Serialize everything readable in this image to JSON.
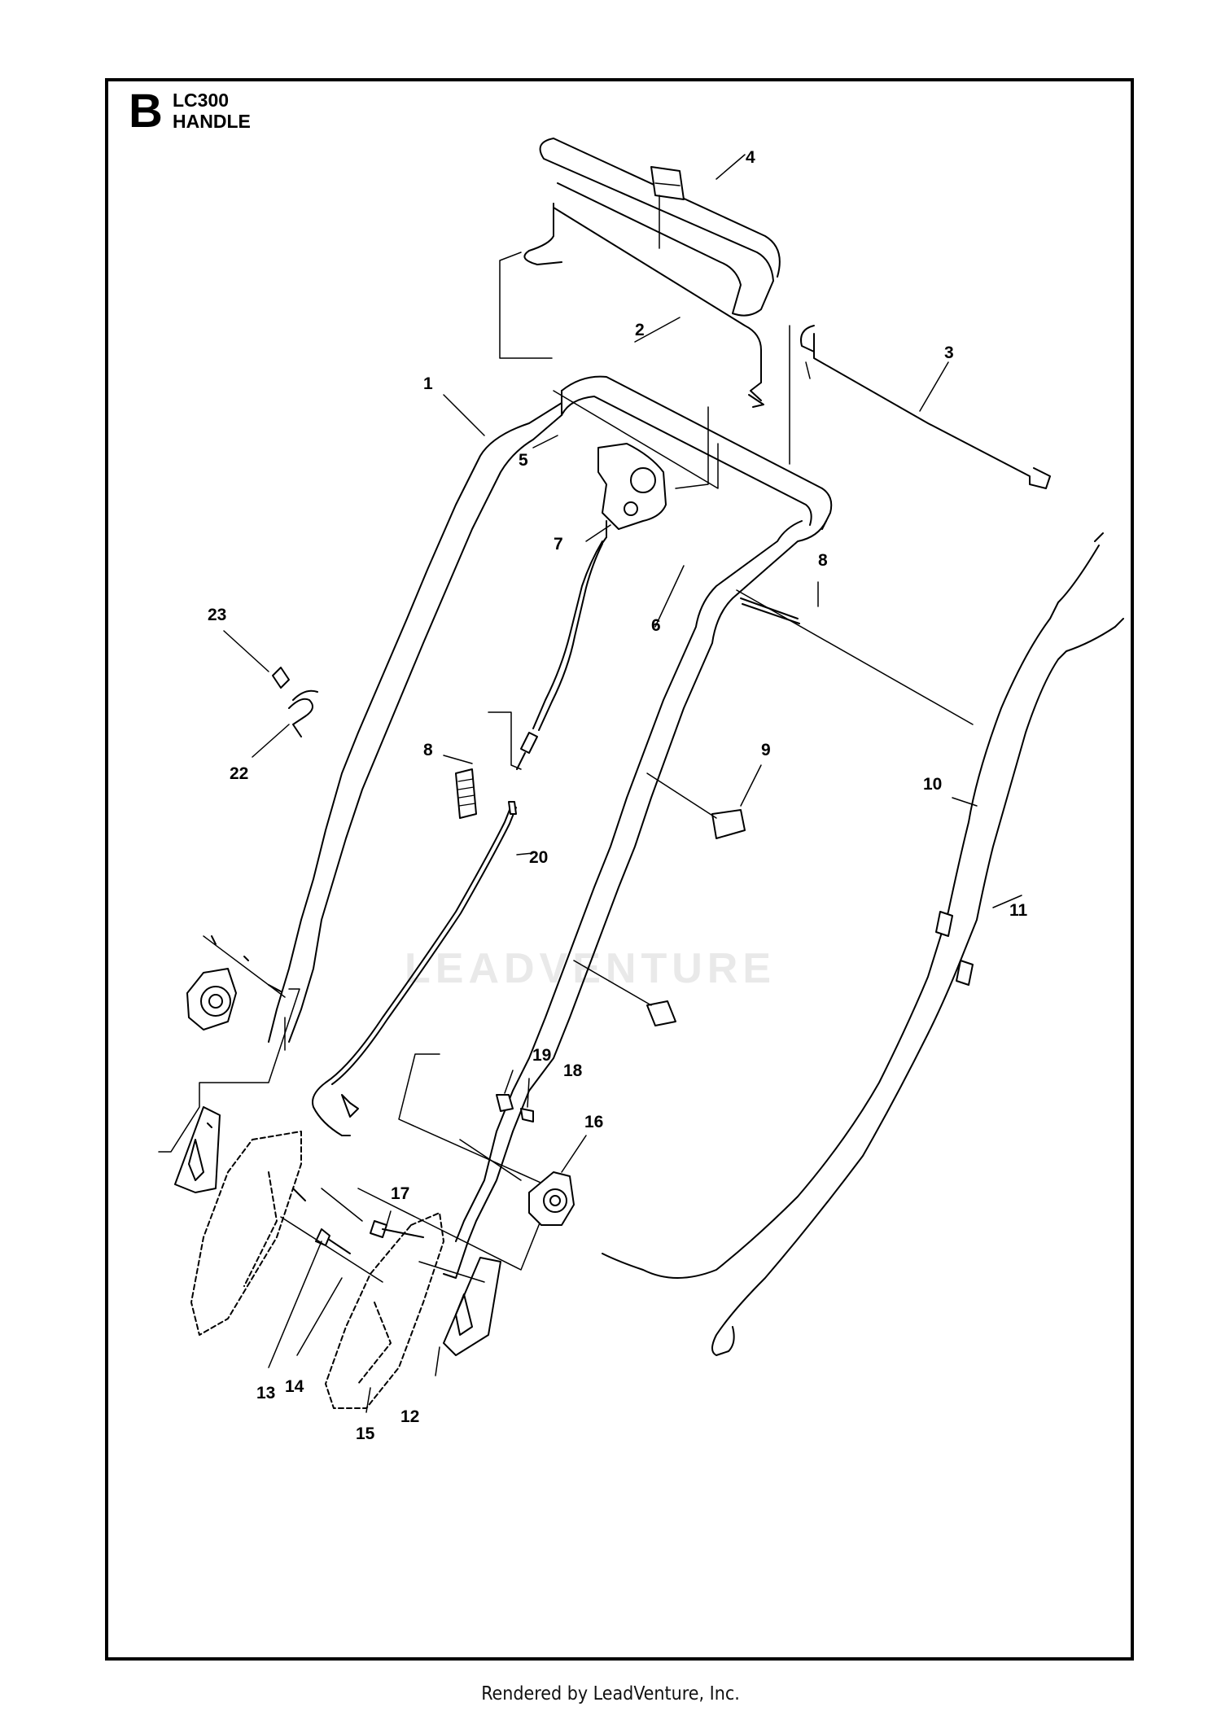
{
  "header": {
    "section_letter": "B",
    "model": "LC300",
    "title": "HANDLE"
  },
  "watermark": "LEADVENTURE",
  "footer": "Rendered by LeadVenture, Inc.",
  "callouts": [
    {
      "label": "1"
    },
    {
      "label": "2"
    },
    {
      "label": "3"
    },
    {
      "label": "4"
    },
    {
      "label": "5"
    },
    {
      "label": "6"
    },
    {
      "label": "7"
    },
    {
      "label": "8"
    },
    {
      "label": "8"
    },
    {
      "label": "9"
    },
    {
      "label": "10"
    },
    {
      "label": "11"
    },
    {
      "label": "12"
    },
    {
      "label": "13"
    },
    {
      "label": "14"
    },
    {
      "label": "15"
    },
    {
      "label": "16"
    },
    {
      "label": "17"
    },
    {
      "label": "18"
    },
    {
      "label": "19"
    },
    {
      "label": "20"
    },
    {
      "label": "22"
    },
    {
      "label": "23"
    }
  ]
}
